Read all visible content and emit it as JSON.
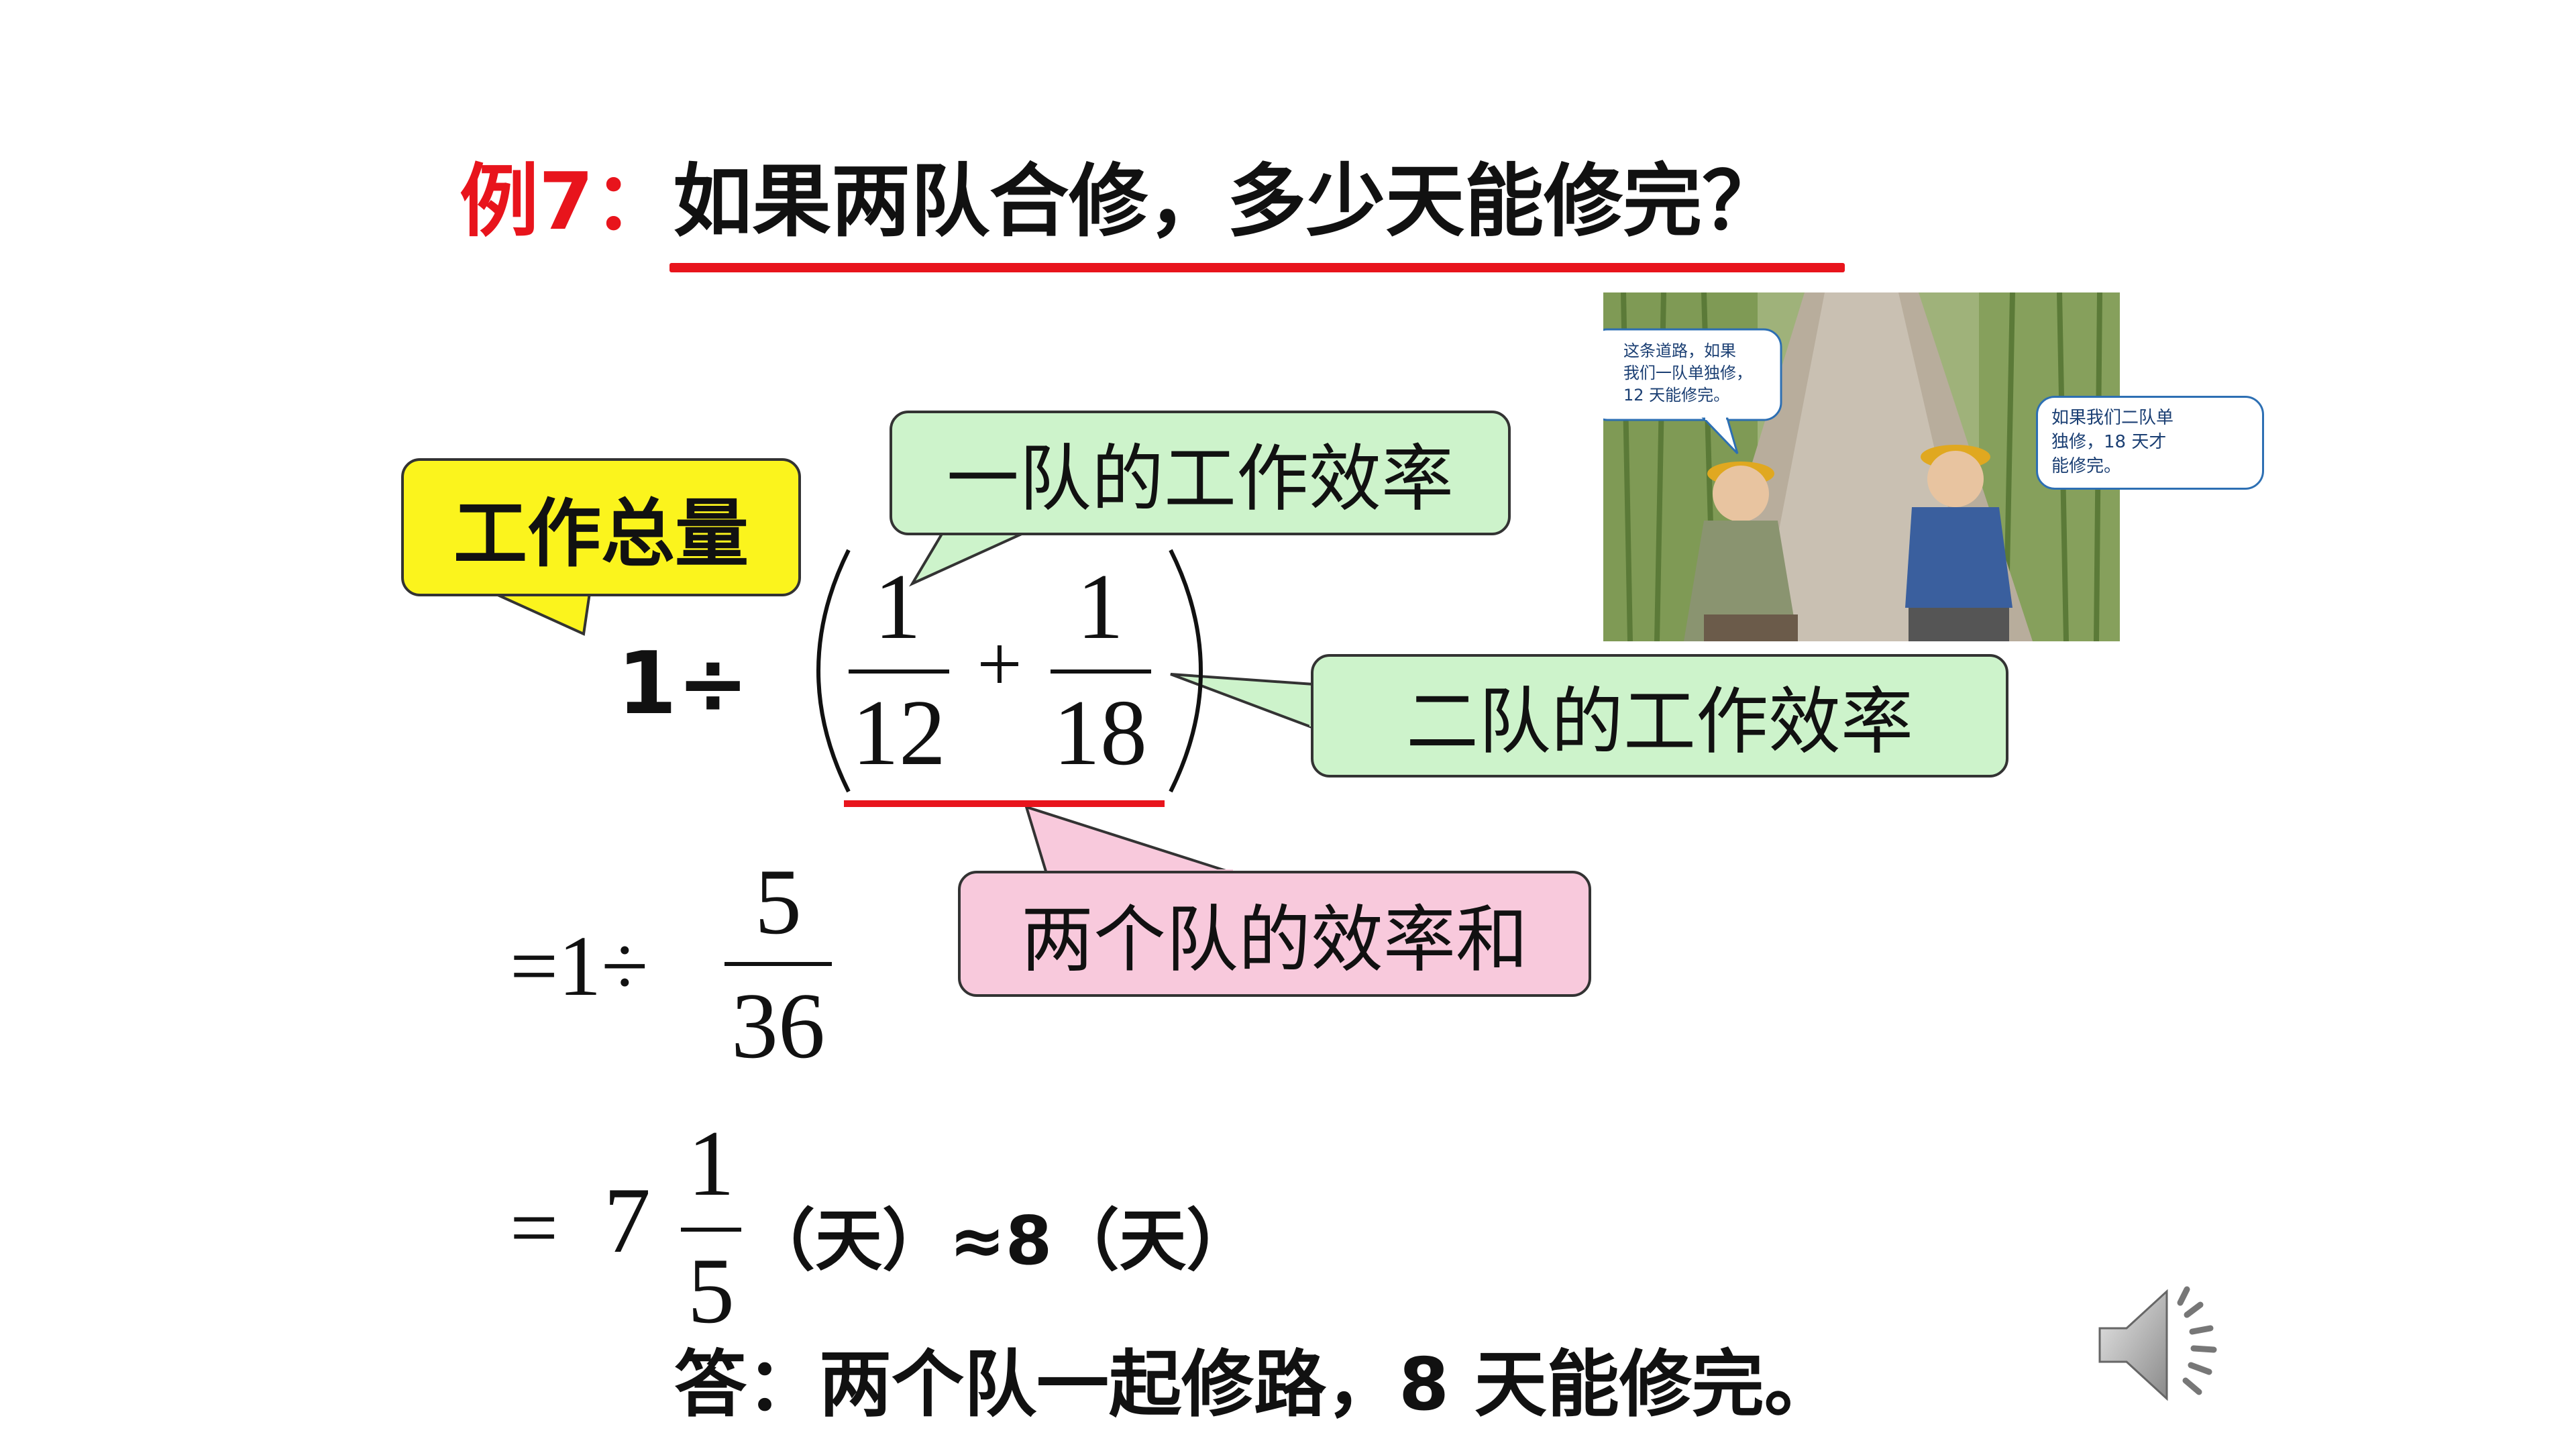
{
  "title": {
    "label": "例7：",
    "question": "如果两队合修，多少天能修完？"
  },
  "callouts": {
    "total_work": "工作总量",
    "team1_efficiency": "一队的工作效率",
    "team2_efficiency": "二队的工作效率",
    "sum_efficiency": "两个队的效率和"
  },
  "equation": {
    "line1_prefix": "1÷",
    "frac1_num": "1",
    "frac1_den": "12",
    "plus": "+",
    "frac2_num": "1",
    "frac2_den": "18",
    "line2_prefix": "=1÷",
    "line2_num": "5",
    "line2_den": "36",
    "line3_eq": "=",
    "line3_whole": "7",
    "line3_num": "1",
    "line3_den": "5",
    "line3_suffix": "（天）≈8（天）"
  },
  "answer": "答：两个队一起修路，8 天能修完。",
  "illustration": {
    "bubble1": [
      "这条道路，如果",
      "我们一队单独修，",
      "12 天能修完。"
    ],
    "bubble2": [
      "如果我们二队单",
      "独修，18 天才",
      "能修完。"
    ]
  },
  "icons": {
    "speaker": "speaker-icon"
  }
}
